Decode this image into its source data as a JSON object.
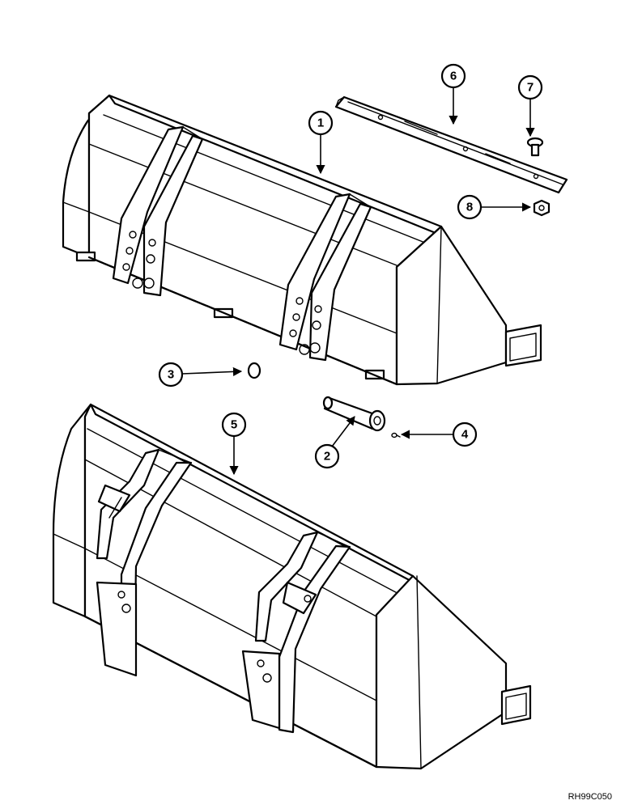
{
  "drawing_code": "RH99C050",
  "callouts": [
    {
      "id": "1",
      "label": "1"
    },
    {
      "id": "2",
      "label": "2"
    },
    {
      "id": "3",
      "label": "3"
    },
    {
      "id": "4",
      "label": "4"
    },
    {
      "id": "5",
      "label": "5"
    },
    {
      "id": "6",
      "label": "6"
    },
    {
      "id": "7",
      "label": "7"
    },
    {
      "id": "8",
      "label": "8"
    }
  ]
}
